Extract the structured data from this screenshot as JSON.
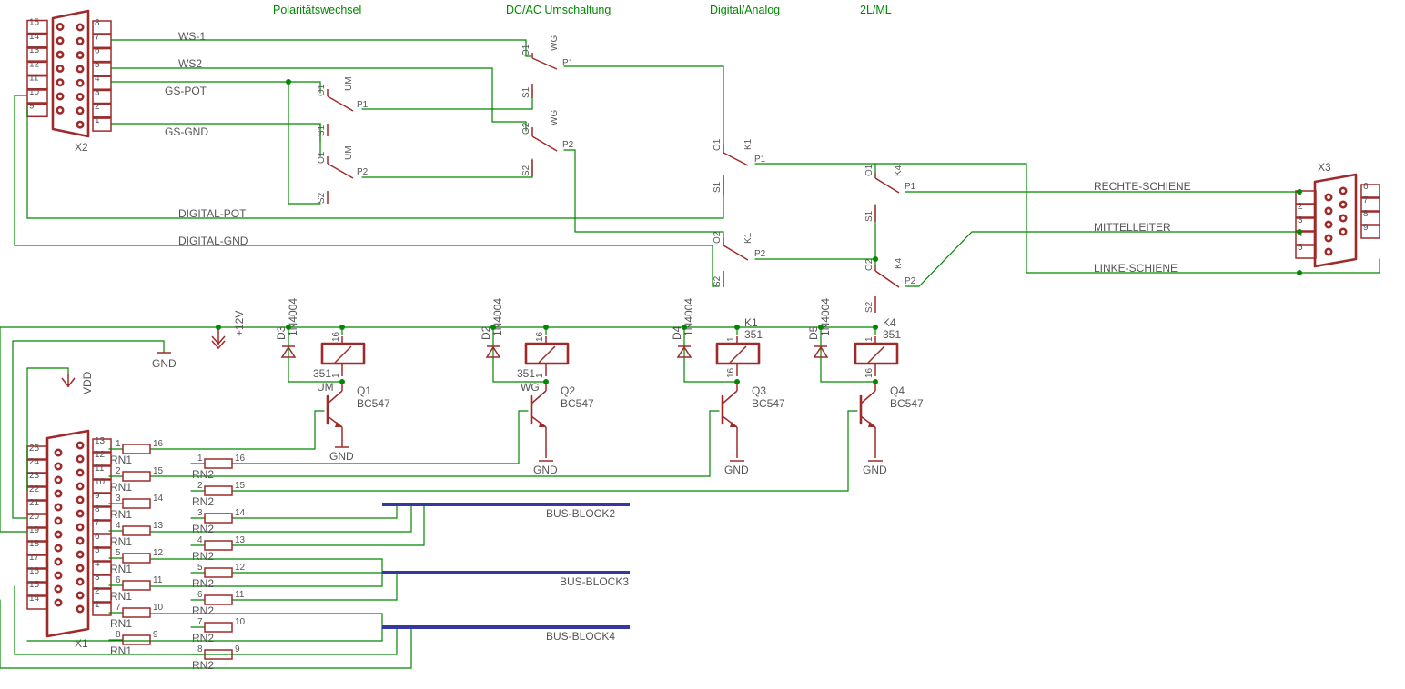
{
  "headers": [
    "Polaritätswechsel",
    "DC/AC Umschaltung",
    "Digital/Analog",
    "2L/ML"
  ],
  "connectors": {
    "x2": "X2",
    "x3": "X3",
    "x1": "X1"
  },
  "net_labels": {
    "ws1": "WS-1",
    "ws2": "WS2",
    "gs_pot": "GS-POT",
    "gs_gnd": "GS-GND",
    "digital_pot": "DIGITAL-POT",
    "digital_gnd": "DIGITAL-GND",
    "rechte": "RECHTE-SCHIENE",
    "mittel": "MITTELLEITER",
    "linke": "LINKE-SCHIENE",
    "bus2": "BUS-BLOCK2",
    "bus3": "BUS-BLOCK3",
    "bus4": "BUS-BLOCK4"
  },
  "power": {
    "p12": "+12V",
    "gnd": "GND",
    "vdd": "VDD"
  },
  "relay_contact_labels": {
    "um": "UM",
    "wg": "WG",
    "k1": "K1",
    "k4": "K4",
    "o1": "O1",
    "o2": "O2",
    "s1": "S1",
    "s2": "S2",
    "p1": "P1",
    "p2": "P2"
  },
  "diodes": [
    {
      "ref": "D3",
      "value": "1N4004"
    },
    {
      "ref": "D2",
      "value": "1N4004"
    },
    {
      "ref": "D4",
      "value": "1N4004"
    },
    {
      "ref": "D5",
      "value": "1N4004"
    }
  ],
  "relays": [
    {
      "ref": "UM",
      "value": "351"
    },
    {
      "ref": "WG",
      "value": "351"
    },
    {
      "ref": "K1",
      "value": "351"
    },
    {
      "ref": "K4",
      "value": "351"
    }
  ],
  "transistors": [
    {
      "ref": "Q1",
      "value": "BC547"
    },
    {
      "ref": "Q2",
      "value": "BC547"
    },
    {
      "ref": "Q3",
      "value": "BC547"
    },
    {
      "ref": "Q4",
      "value": "BC547"
    }
  ],
  "resistor_networks": {
    "rn1": "RN1",
    "rn2": "RN2"
  },
  "pin_numbers": {
    "x2_left": [
      "15",
      "14",
      "13",
      "12",
      "11",
      "10",
      "9"
    ],
    "x2_right": [
      "8",
      "7",
      "6",
      "5",
      "4",
      "3",
      "2",
      "1"
    ],
    "x3_left": [
      "1",
      "2",
      "3",
      "4",
      "5"
    ],
    "x3_right": [
      "6",
      "7",
      "8",
      "9"
    ],
    "x1_left": [
      "25",
      "24",
      "23",
      "22",
      "21",
      "20",
      "19",
      "18",
      "17",
      "16",
      "15",
      "14"
    ],
    "x1_right": [
      "13",
      "12",
      "11",
      "10",
      "9",
      "8",
      "7",
      "6",
      "5",
      "4",
      "3",
      "2",
      "1"
    ],
    "relay_pins": [
      "16",
      "1"
    ],
    "rn_pins": [
      "1",
      "16",
      "2",
      "15",
      "3",
      "14",
      "4",
      "13",
      "5",
      "12",
      "6",
      "11",
      "7",
      "10",
      "8",
      "9"
    ]
  },
  "colors": {
    "wire": "#008800",
    "part": "#9e2a2a",
    "bus": "#3438a0",
    "text": "#555555"
  }
}
